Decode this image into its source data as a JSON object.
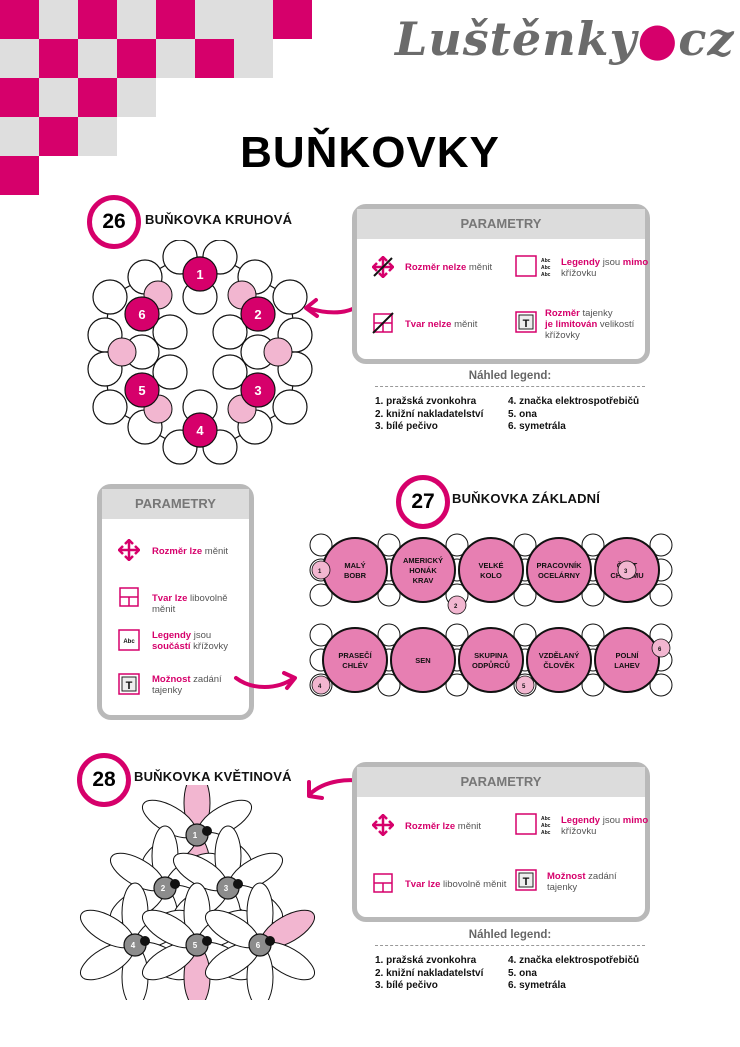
{
  "logo": {
    "text": "Luštěnky",
    "tld": "cz"
  },
  "page_title": "BUŇKOVKY",
  "colors": {
    "accent": "#d6006b",
    "light_pink": "#f2b6d0",
    "mid_pink": "#e77fb2",
    "gray": "#b9b9b9"
  },
  "s26": {
    "number": "26",
    "label": "BUŇKOVKA KRUHOVÁ",
    "panel_title": "PARAMETRY",
    "params": [
      {
        "icon": "resize-disabled-icon",
        "b": "Rozměr nelze",
        "t": " měnit"
      },
      {
        "icon": "legend-outside-icon",
        "b1": "Legendy",
        "t1": " jsou ",
        "b2": "mimo",
        "t2": " křížovku"
      },
      {
        "icon": "shape-disabled-icon",
        "b": "Tvar nelze",
        "t": " měnit"
      },
      {
        "icon": "secret-t-icon",
        "b1": "Rozměr",
        "t1": " tajenky ",
        "b2": "je limitován",
        "t2": " velikostí křížovky"
      }
    ],
    "legend_title": "Náhled legend:",
    "legend": [
      "1. pražská zvonkohra",
      "2. knižní nakladatelství",
      "3. bílé pečivo",
      "4. značka elektrospotřebičů",
      "5. ona",
      "6. symetrála"
    ],
    "grid_numbers": [
      "1",
      "2",
      "3",
      "4",
      "5",
      "6"
    ]
  },
  "s27": {
    "number": "27",
    "label": "BUŇKOVKA ZÁKLADNÍ",
    "panel_title": "PARAMETRY",
    "params": [
      {
        "icon": "resize-icon",
        "b": "Rozměr lze",
        "t": " měnit"
      },
      {
        "icon": "shape-icon",
        "b": "Tvar lze",
        "t": " libovolně měnit"
      },
      {
        "icon": "legend-inside-icon",
        "b1": "Legendy",
        "t1": " jsou ",
        "b2": "součástí",
        "t2": " křížovky"
      },
      {
        "icon": "secret-t-icon",
        "b": "Možnost",
        "t": " zadání tajenky"
      }
    ],
    "abc": "Abc",
    "cells_row1": [
      "MALÝ\nBOBR",
      "AMERICKÝ\nHONÁK\nKRAV",
      "VELKÉ\nKOLO",
      "PRACOVNÍK\nOCELÁRNY",
      "ČÁST\nCHRÁMU"
    ],
    "cells_row2": [
      "PRASEČÍ\nCHLÉV",
      "SEN",
      "SKUPINA\nODPŮRCŮ",
      "VZDĚLANÝ\nČLOVĚK",
      "POLNÍ\nLAHEV"
    ],
    "small_numbers": [
      "1",
      "2",
      "3",
      "4",
      "5",
      "6"
    ]
  },
  "s28": {
    "number": "28",
    "label": "BUŇKOVKA KVĚTINOVÁ",
    "panel_title": "PARAMETRY",
    "params": [
      {
        "icon": "resize-icon",
        "b": "Rozměr lze",
        "t": " měnit"
      },
      {
        "icon": "legend-outside-icon",
        "b1": "Legendy",
        "t1": " jsou ",
        "b2": "mimo",
        "t2": " křížovku"
      },
      {
        "icon": "shape-icon",
        "b": "Tvar lze",
        "t": " libovolně měnit"
      },
      {
        "icon": "secret-t-icon",
        "b": "Možnost",
        "t": " zadání tajenky"
      }
    ],
    "legend_title": "Náhled legend:",
    "legend": [
      "1. pražská zvonkohra",
      "2. knižní nakladatelství",
      "3. bílé pečivo",
      "4. značka elektrospotřebičů",
      "5. ona",
      "6. symetrála"
    ],
    "flower_numbers": [
      "1",
      "2",
      "3",
      "4",
      "5",
      "6"
    ]
  }
}
